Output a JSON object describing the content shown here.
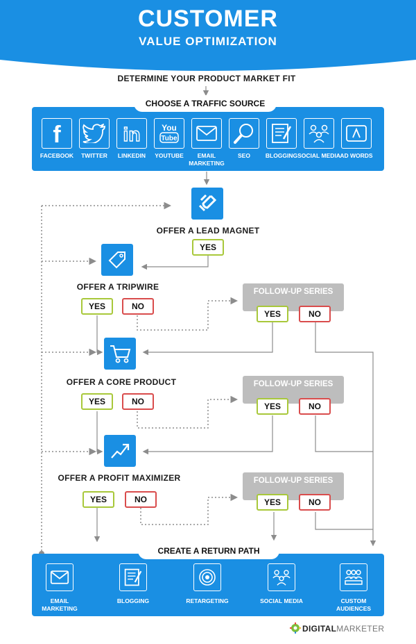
{
  "colors": {
    "blue": "#1a8fe3",
    "yes_border": "#a8c83a",
    "no_border": "#d94c4c",
    "followup_gray": "#bdbdbd",
    "line_gray": "#8c8c8c"
  },
  "header": {
    "title": "CUSTOMER",
    "subtitle": "VALUE OPTIMIZATION"
  },
  "determine": "DETERMINE YOUR PRODUCT MARKET FIT",
  "traffic": {
    "title": "CHOOSE A TRAFFIC SOURCE",
    "sources": [
      {
        "label": "FACEBOOK",
        "icon": "facebook-icon",
        "glyph": "f"
      },
      {
        "label": "TWITTER",
        "icon": "twitter-icon",
        "glyph": ""
      },
      {
        "label": "LINKEDIN",
        "icon": "linkedin-icon",
        "glyph": "in"
      },
      {
        "label": "YOUTUBE",
        "icon": "youtube-icon",
        "glyph": "You Tube"
      },
      {
        "label": "EMAIL MARKETING",
        "icon": "email-icon",
        "glyph": ""
      },
      {
        "label": "SEO",
        "icon": "magnifier-icon",
        "glyph": ""
      },
      {
        "label": "BLOGGING",
        "icon": "blog-icon",
        "glyph": ""
      },
      {
        "label": "SOCIAL MEDIA",
        "icon": "social-people-icon",
        "glyph": ""
      },
      {
        "label": "AD WORDS",
        "icon": "adwords-icon",
        "glyph": ""
      }
    ]
  },
  "steps": {
    "lead_magnet": {
      "label": "OFFER A LEAD MAGNET",
      "icon": "magnet-icon",
      "yes": "YES"
    },
    "tripwire": {
      "label": "OFFER A TRIPWIRE",
      "icon": "price-tag-icon",
      "yes": "YES",
      "no": "NO"
    },
    "core": {
      "label": "OFFER A CORE PRODUCT",
      "icon": "shopping-cart-icon",
      "yes": "YES",
      "no": "NO"
    },
    "profit": {
      "label": "OFFER A PROFIT MAXIMIZER",
      "icon": "growth-chart-icon",
      "yes": "YES",
      "no": "NO"
    }
  },
  "followups": [
    {
      "title": "FOLLOW-UP SERIES",
      "yes": "YES",
      "no": "NO"
    },
    {
      "title": "FOLLOW-UP SERIES",
      "yes": "YES",
      "no": "NO"
    },
    {
      "title": "FOLLOW-UP SERIES",
      "yes": "YES",
      "no": "NO"
    }
  ],
  "return_path": {
    "title": "CREATE A RETURN PATH",
    "items": [
      {
        "label": "EMAIL MARKETING",
        "icon": "email-icon"
      },
      {
        "label": "BLOGGING",
        "icon": "blog-icon"
      },
      {
        "label": "RETARGETING",
        "icon": "target-icon"
      },
      {
        "label": "SOCIAL MEDIA",
        "icon": "social-people-icon"
      },
      {
        "label": "CUSTOM AUDIENCES",
        "icon": "audience-icon"
      }
    ]
  },
  "brand": {
    "part1": "DIGITAL",
    "part2": "MARKETER",
    "icon": "gear-logo-icon"
  }
}
